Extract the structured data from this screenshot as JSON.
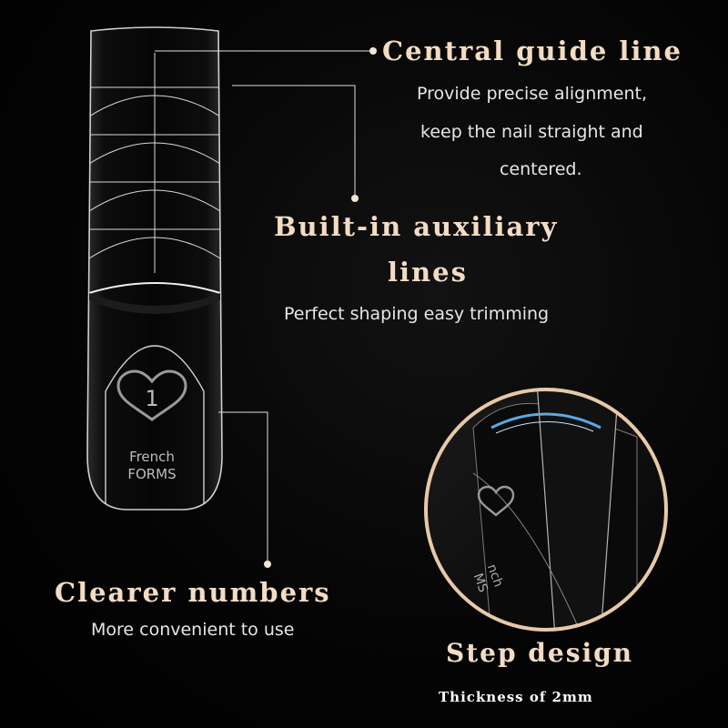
{
  "features": {
    "central_guide": {
      "title": "Central guide line",
      "description_lines": [
        "Provide precise alignment,",
        "keep the nail straight and",
        "centered."
      ]
    },
    "auxiliary": {
      "title_lines": [
        "Built-in auxiliary",
        "lines"
      ],
      "description": "Perfect shaping easy trimming"
    },
    "numbers": {
      "title": "Clearer numbers",
      "description": "More convenient to use"
    },
    "step": {
      "title": "Step design",
      "description": "Thickness of 2mm"
    }
  },
  "product": {
    "number": "1",
    "brand_lines": [
      "French",
      "FORMS"
    ],
    "zoom_brand_lines": [
      "nch",
      "MS"
    ]
  },
  "colors": {
    "background": "#000000",
    "heading": "#f3dcc4",
    "body_text": "#e6e6e6",
    "callout_line": "#e8ddd0",
    "zoom_ring": "#e7c9a8"
  }
}
